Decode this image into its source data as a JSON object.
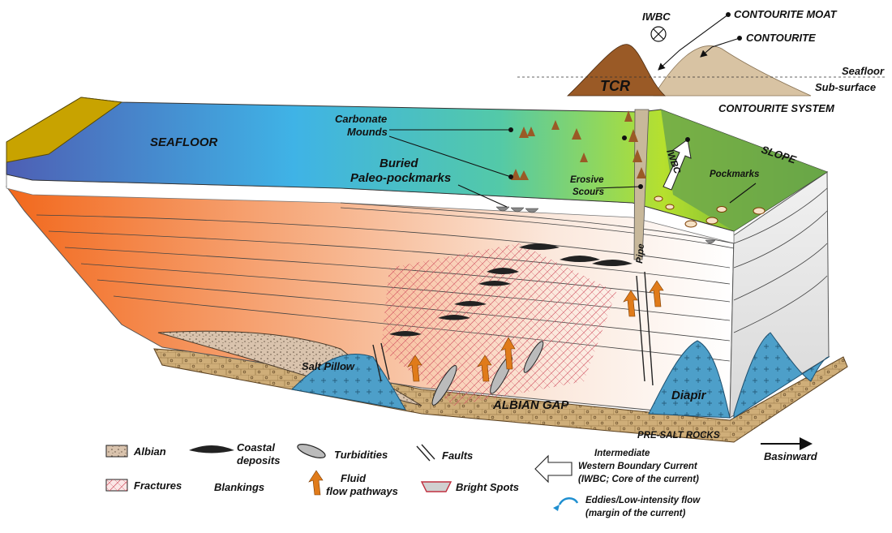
{
  "block_labels": {
    "seafloor": "SEAFLOOR",
    "slope": "SLOPE",
    "carbonate_mounds": [
      "Carbonate",
      "Mounds"
    ],
    "buried_paleo_pockmarks": [
      "Buried",
      "Paleo-pockmarks"
    ],
    "erosive_scours": [
      "Erosive",
      "Scours"
    ],
    "pockmarks": "Pockmarks",
    "pipe": "Pipe",
    "iwbc_arrow": "IWBC",
    "salt_pillow": "Salt Pillow",
    "albian_gap": "ALBIAN GAP",
    "diapir": "Diapir",
    "pre_salt_rocks": "PRE-SALT ROCKS"
  },
  "inset": {
    "iwbc": "IWBC",
    "contourite_moat": "CONTOURITE MOAT",
    "contourite": "CONTOURITE",
    "tcr": "TCR",
    "seafloor": "Seafloor",
    "subsurface": "Sub-surface",
    "contourite_system": "CONTOURITE SYSTEM"
  },
  "legend": {
    "albian": "Albian",
    "fractures": "Fractures",
    "coastal_deposits": [
      "Coastal",
      "deposits"
    ],
    "blankings": "Blankings",
    "turbidities": "Turbidities",
    "fluid_flow": [
      "Fluid",
      "flow pathways"
    ],
    "faults": "Faults",
    "bright_spots": "Bright Spots",
    "iwbc_current": [
      "Intermediate",
      "Western Boundary Current",
      "(IWBC; Core of the current)"
    ],
    "eddies": [
      "Eddies/Low-intensity flow",
      "(margin of the current)"
    ]
  },
  "basinward": "Basinward",
  "colors": {
    "seafloor_left": "#4e63b6",
    "seafloor_mid": "#3fb4e6",
    "seafloor_right": "#9bd23a",
    "slope_green": "#7fb24a",
    "mound_brown": "#9a5a26",
    "salt_blue": "#4a9cc8",
    "orange": "#f26a1b",
    "pre_salt": "#c9a874",
    "shelf_edge": "#c7a400"
  }
}
